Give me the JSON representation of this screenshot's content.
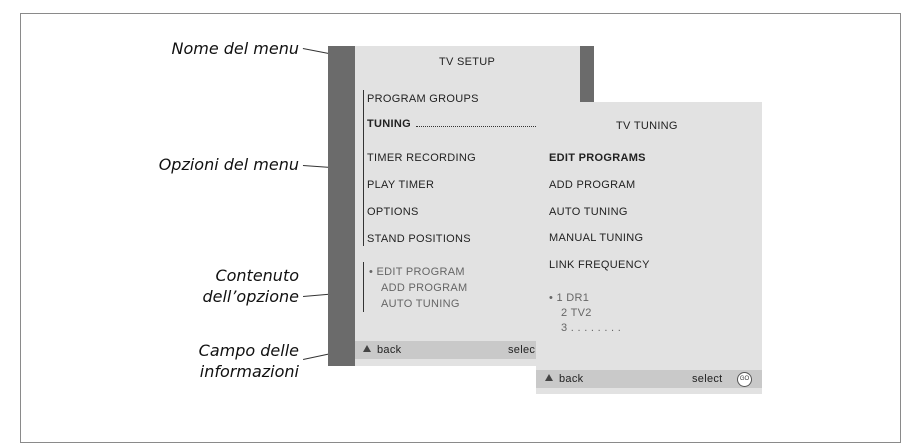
{
  "callouts": {
    "menu_name": "Nome del menu",
    "menu_options": "Opzioni del menu",
    "option_content_1": "Contenuto",
    "option_content_2": "dell’opzione",
    "info_field_1": "Campo delle",
    "info_field_2": "informazioni"
  },
  "tv_setup": {
    "title": "TV SETUP",
    "items": [
      "PROGRAM GROUPS",
      "TUNING",
      "TIMER RECORDING",
      "PLAY TIMER",
      "OPTIONS",
      "STAND POSITIONS"
    ],
    "content": [
      "• EDIT PROGRAM",
      "ADD PROGRAM",
      "AUTO TUNING"
    ],
    "back_label": "back",
    "select_label": "selec"
  },
  "tv_tuning": {
    "title": "TV TUNING",
    "items": [
      "EDIT PROGRAMS",
      "ADD PROGRAM",
      "AUTO TUNING",
      "MANUAL TUNING",
      "LINK FREQUENCY"
    ],
    "content": [
      "• 1 DR1",
      "2 TV2",
      "3 . . . . . . . ."
    ],
    "back_label": "back",
    "select_label": "select",
    "go_label": "GO"
  }
}
